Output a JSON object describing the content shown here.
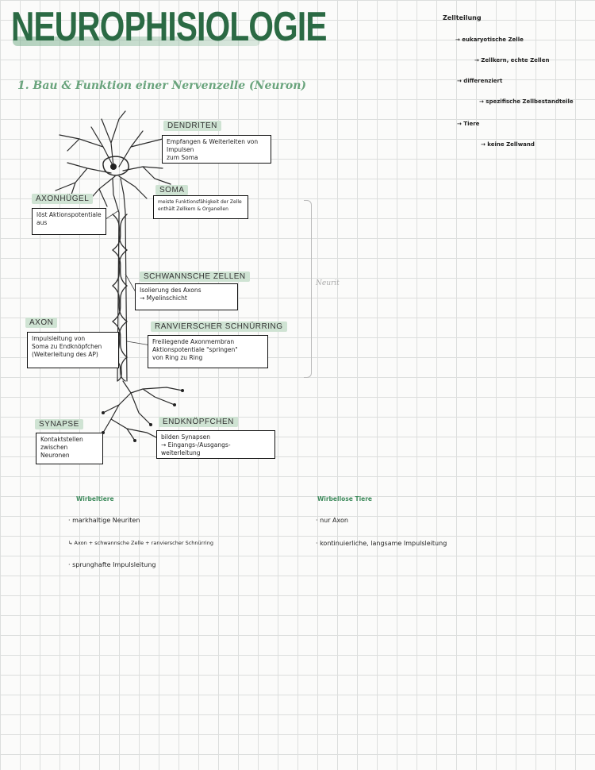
{
  "title": "NEUROPHISIOLOGIE",
  "subtitle": "1. Bau & Funktion einer Nervenzelle (Neuron)",
  "labels": {
    "dendriten": "DENDRITEN",
    "soma": "SOMA",
    "axonhuegel": "AXONHÜGEL",
    "schwannsche": "SCHWANNSCHE ZELLEN",
    "axon": "AXON",
    "ranvier": "RANVIERSCHER SCHNÜRRING",
    "synapse": "SYNAPSE",
    "endknoepfchen": "ENDKNÖPFCHEN"
  },
  "boxes": {
    "dendriten": [
      "Empfangen & Weiterleiten von Impulsen",
      "zum Soma"
    ],
    "soma": [
      "meiste Funktionsfähigkeit der Zelle",
      "enthält Zellkern & Organellen"
    ],
    "axonhuegel": [
      "löst Aktionspotentiale",
      "aus"
    ],
    "schwannsche": [
      "Isolierung des Axons",
      "→ Myelinschicht"
    ],
    "axon": [
      "Impulsleitung von",
      "Soma zu Endknöpfchen",
      "(Weiterleitung des AP)"
    ],
    "ranvier": [
      "Freiliegende Axonmembran",
      "Aktionspotentiale \"springen\"",
      "von Ring zu Ring"
    ],
    "synapse": [
      "Kontaktstellen",
      "zwischen",
      "Neuronen"
    ],
    "endknoepfchen": [
      "bilden Synapsen",
      "→ Eingangs-/Ausgangs-",
      "weiterleitung"
    ]
  },
  "bracket_label": "Neurit",
  "right_notes": [
    "Zellteilung",
    "→ eukaryotische Zelle",
    "→ Zellkern, echte Zellen",
    "→ differenziert",
    "→ spezifische Zellbestandteile",
    "→ Tiere",
    "→ keine Zellwand"
  ],
  "bottom": {
    "left_head": "Wirbeltiere",
    "left_items": [
      "· markhaltige Neuriten",
      "↳ Axon + schwannsche Zelle + ranvierscher Schnürring",
      "· sprunghafte Impulsleitung"
    ],
    "right_head": "Wirbellose Tiere",
    "right_items": [
      "· nur Axon",
      "· kontinuierliche, langsame Impulsleitung"
    ]
  }
}
